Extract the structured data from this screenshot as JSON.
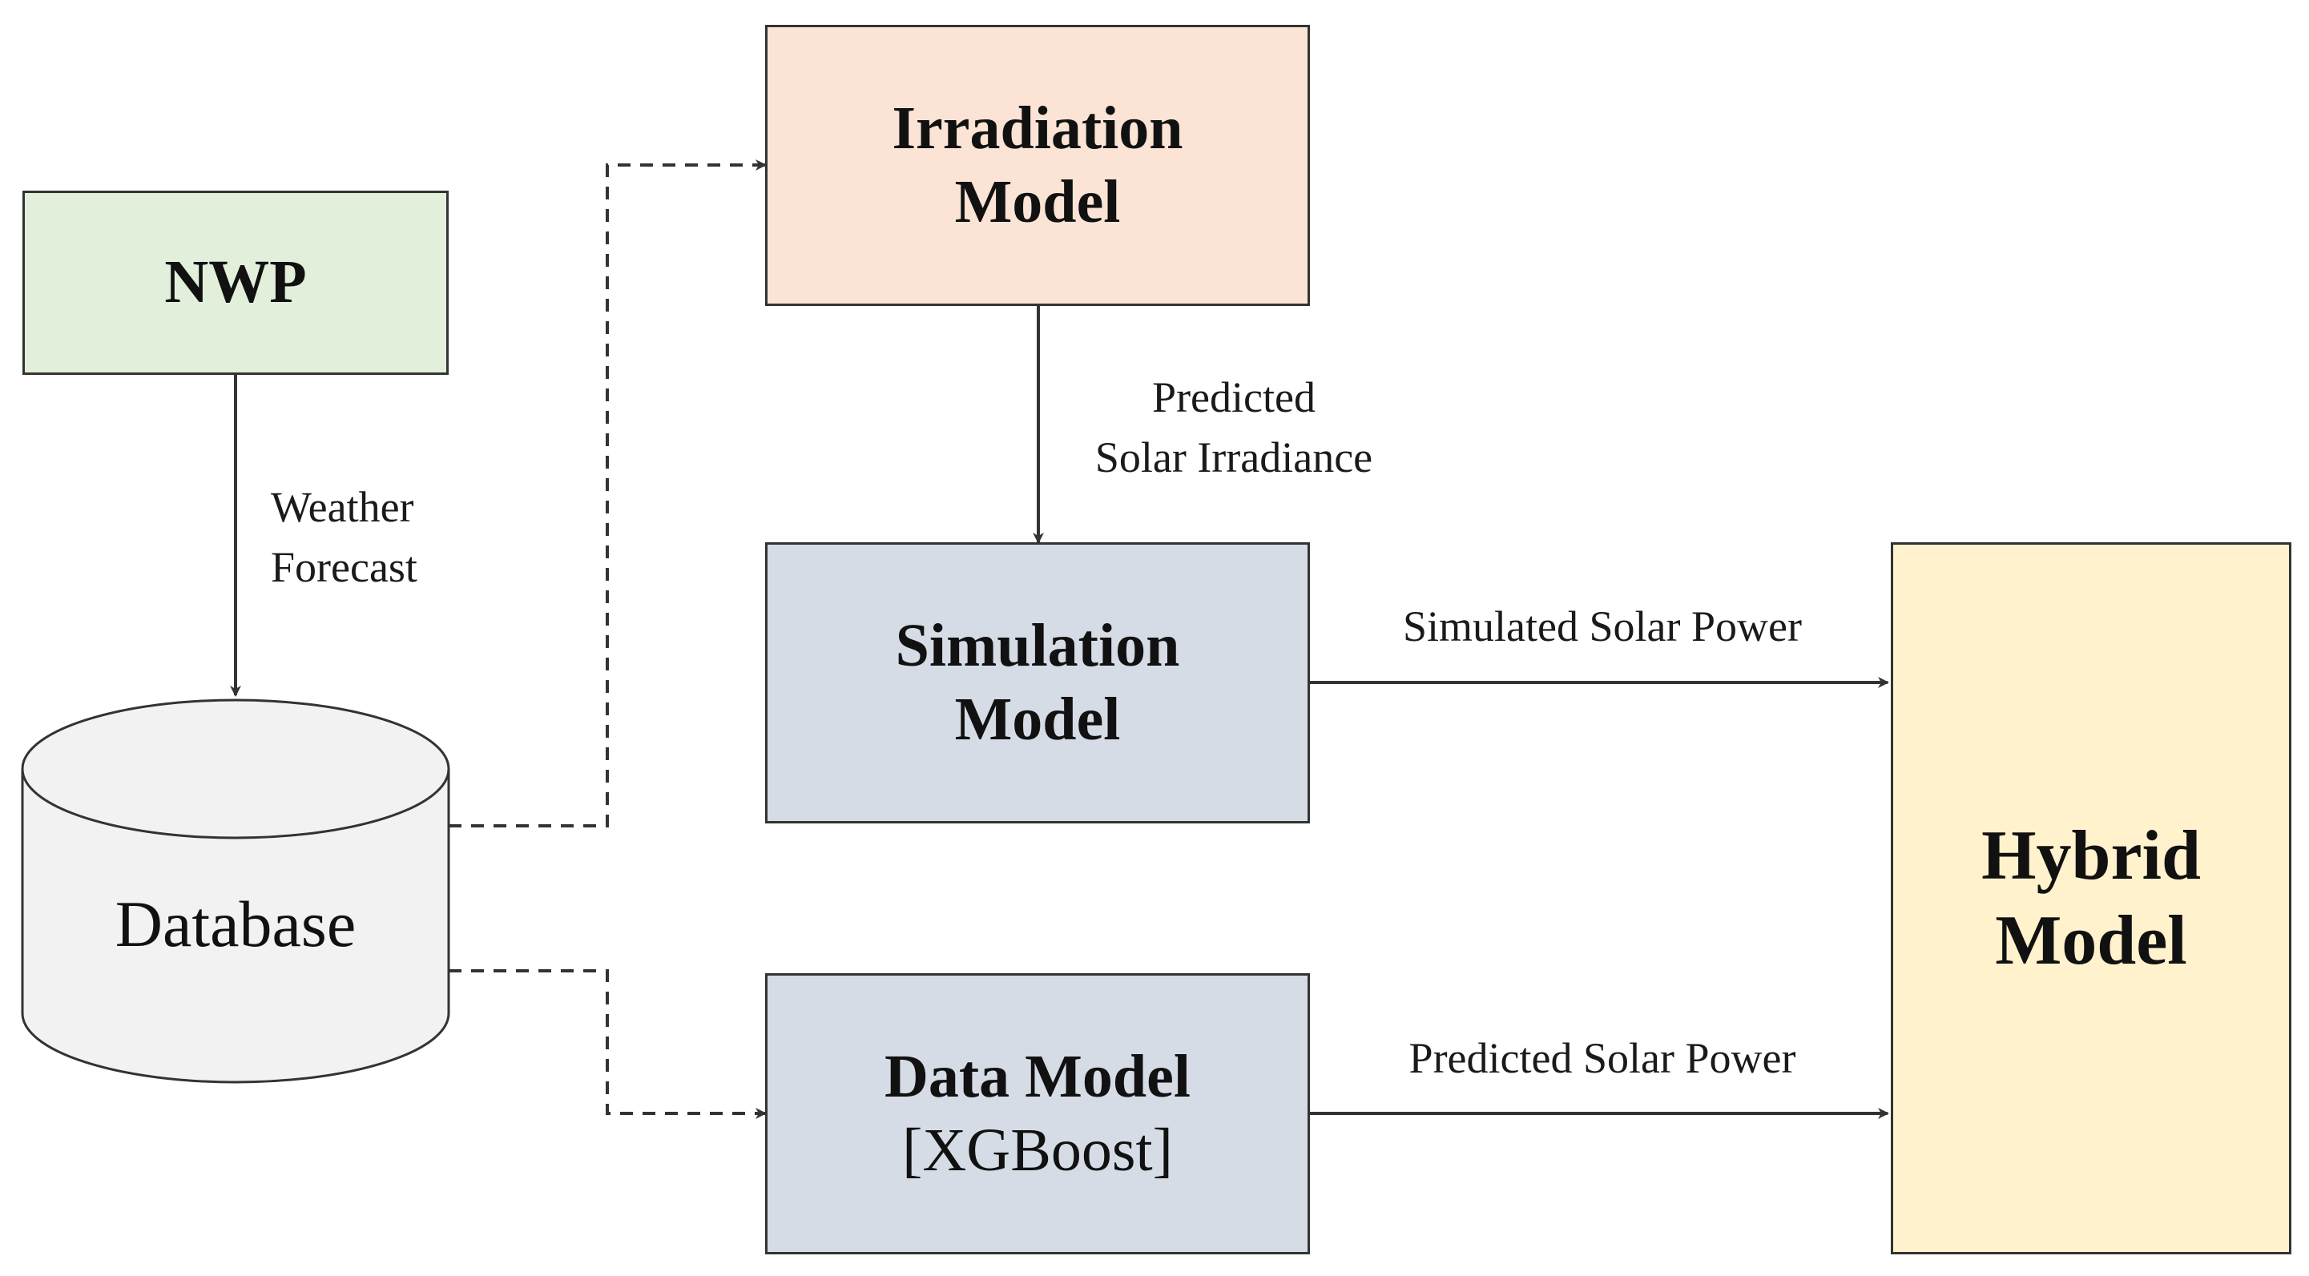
{
  "nodes": {
    "nwp": {
      "title": "NWP",
      "fill": "#e2efda"
    },
    "irradiation": {
      "title_line1": "Irradiation",
      "title_line2": "Model",
      "fill": "#fbe4d5"
    },
    "simulation": {
      "title_line1": "Simulation",
      "title_line2": "Model",
      "fill": "#d6dce5"
    },
    "data_model": {
      "title": "Data Model",
      "subtitle": "[XGBoost]",
      "fill": "#d6dce5"
    },
    "hybrid": {
      "title_line1": "Hybrid",
      "title_line2": "Model",
      "fill": "#fff2cc"
    },
    "database": {
      "title": "Database",
      "fill": "#f2f2f2"
    }
  },
  "edges": {
    "nwp_to_database": {
      "line1": "Weather",
      "line2": "Forecast"
    },
    "irradiation_to_simulation": {
      "line1": "Predicted",
      "line2": "Solar Irradiance"
    },
    "simulation_to_hybrid": {
      "label": "Simulated Solar Power"
    },
    "data_to_hybrid": {
      "label": "Predicted Solar Power"
    },
    "database_to_irradiation": {
      "style": "dashed"
    },
    "database_to_data_model": {
      "style": "dashed"
    }
  },
  "colors": {
    "stroke": "#333333",
    "text": "#111111"
  }
}
